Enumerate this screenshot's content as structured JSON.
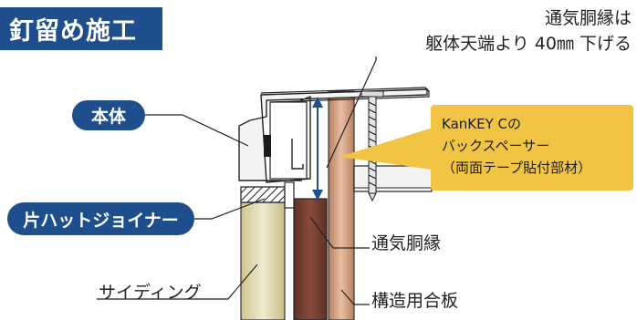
{
  "title": "釘留め施工",
  "note": {
    "line1": "通気胴縁は",
    "line2": "躯体天端より 40㎜ 下げる"
  },
  "labels": {
    "body": "本体",
    "hat_joiner": "片ハットジョイナー",
    "ventilation_furring": "通気胴縁",
    "structural_plywood": "構造用合板",
    "siding": "サイディング"
  },
  "callout": {
    "line1": "KanKEY Cの",
    "line2": "バックスペーサー",
    "line3": "（両面テープ貼付部材）"
  },
  "colors": {
    "title_bg": "#1f4e8c",
    "callout_bg": "#f2c444",
    "siding": "#e8dfb0",
    "furring": "#7a4235",
    "plywood": "#d9a98a",
    "arrow": "#1f4e8c"
  }
}
